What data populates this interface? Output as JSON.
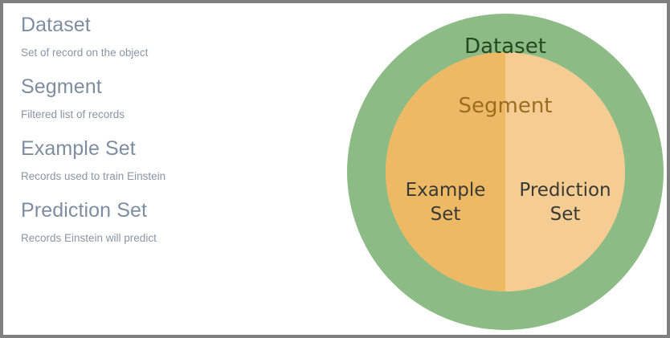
{
  "slide": {
    "background_color": "#ffffff",
    "frame_color": "#808080"
  },
  "glossary": {
    "heading_color": "#7f8da0",
    "description_color": "#8a95a5",
    "terms": [
      {
        "title": "Dataset",
        "description": "Set of record on the object"
      },
      {
        "title": "Segment",
        "description": "Filtered list of records"
      },
      {
        "title": "Example Set",
        "description": "Records used to train Einstein"
      },
      {
        "title": "Prediction Set",
        "description": "Records Einstein will predict"
      }
    ]
  },
  "diagram": {
    "type": "nested-venn",
    "outer": {
      "label": "Dataset",
      "fill": "#8cbb86",
      "label_color": "#24491e"
    },
    "inner": {
      "label": "Segment",
      "label_color": "#9c6d1f",
      "left_half": {
        "label": "Example\nSet",
        "fill": "#eeb964",
        "label_color": "#3a3a34"
      },
      "right_half": {
        "label": "Prediction\nSet",
        "fill": "#f5cd93",
        "label_color": "#3a3a34"
      }
    }
  }
}
